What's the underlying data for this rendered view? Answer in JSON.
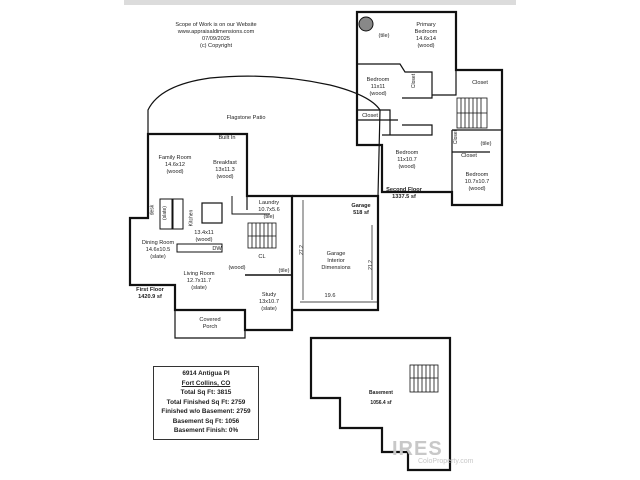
{
  "header": {
    "scope": "Scope of Work is on our Website",
    "website": "www.appraisaldimensions.com",
    "date": "07/09/2025",
    "copyright": "(c) Copyright"
  },
  "first_floor": {
    "patio": "Flagstone Patio",
    "built_in": "Built In",
    "family_room": {
      "name": "Family Room",
      "size": "14.6x12",
      "floor": "(wood)"
    },
    "breakfast": {
      "name": "Breakfast",
      "size": "13x11.3",
      "floor": "(wood)"
    },
    "desk": "desk",
    "kitchen": "Kitchen",
    "kitchen_floor": "(slate)",
    "kitchen_area": {
      "size": "13.4x11",
      "floor": "(wood)"
    },
    "dw": "DW",
    "laundry": {
      "name": "Laundry",
      "size": "10.7x5.6",
      "floor": "(tile)"
    },
    "dining_room": {
      "name": "Dining Room",
      "size": "14.6x10.5",
      "floor": "(slate)"
    },
    "living_room": {
      "name": "Living Room",
      "size": "12.7x11.7",
      "floor": "(slate)"
    },
    "hall_floor": "(wood)",
    "cl": "CL",
    "bath_floor": "(tile)",
    "study": {
      "name": "Study",
      "size": "13x10.7",
      "floor": "(slate)"
    },
    "porch": {
      "line1": "Covered",
      "line2": "Porch"
    },
    "label": "First Floor",
    "area": "1420.9 sf"
  },
  "garage": {
    "name": "Garage",
    "area": "518 sf",
    "interior": [
      "Garage",
      "Interior",
      "Dimensions"
    ],
    "dim_left": "27.2",
    "dim_right": "21.2",
    "dim_bottom": "19.6"
  },
  "second_floor": {
    "primary": {
      "name1": "Primary",
      "name2": "Bedroom",
      "size": "14.6x14",
      "floor": "(wood)"
    },
    "primary_bath_floor": "(tile)",
    "bedroom1": {
      "name": "Bedroom",
      "size": "11x11",
      "floor": "(wood)"
    },
    "bedroom2": {
      "name": "Bedroom",
      "size": "11x10.7",
      "floor": "(wood)"
    },
    "bedroom3": {
      "name": "Bedroom",
      "size": "10.7x10.7",
      "floor": "(wood)"
    },
    "closet": "Closet",
    "bath2_floor": "(tile)",
    "label": "Second Floor",
    "area": "1337.5 sf"
  },
  "basement": {
    "name": "Basement",
    "area": "1056.4 sf"
  },
  "info": {
    "address": "6914 Antigua Pl",
    "city": "Fort Collins, CO",
    "total": "Total Sq Ft: 3815",
    "finished": "Total Finished Sq Ft: 2759",
    "finished_wo": "Finished w/o Basement: 2759",
    "basement_sqft": "Basement Sq Ft: 1056",
    "basement_finish": "Basement Finish: 0%"
  },
  "watermark": {
    "brand": "IRES",
    "site": "ColoProperty.com"
  }
}
